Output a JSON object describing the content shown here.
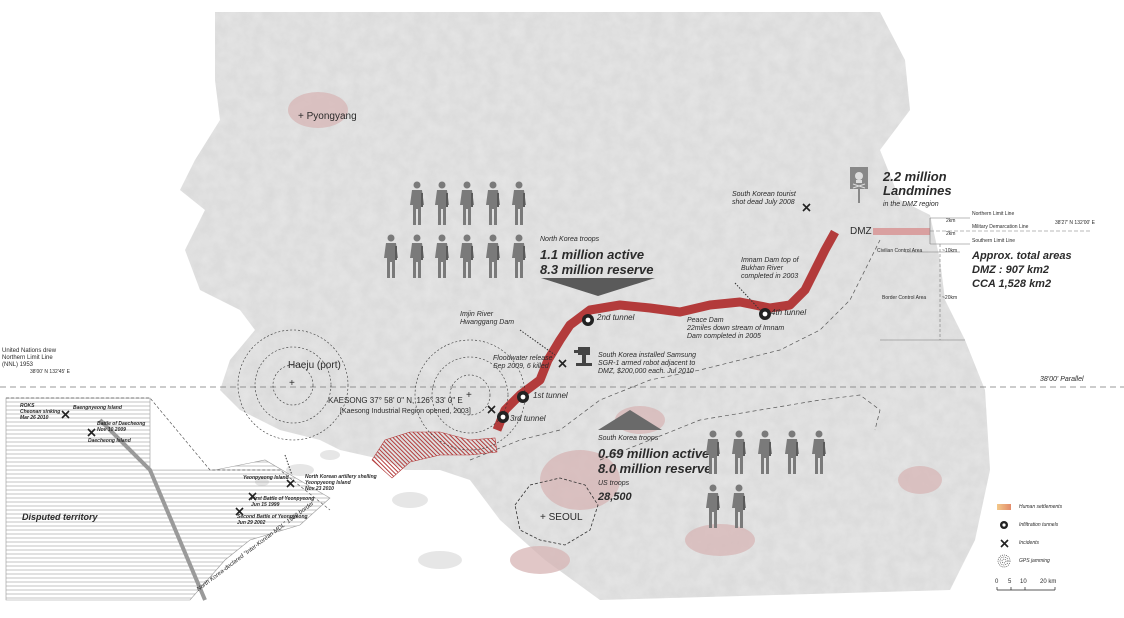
{
  "colors": {
    "land": "#e6e6e6",
    "land_relief": "#d6d6d6",
    "settlement": "#d7b5b5",
    "dmz": "#b33b3b",
    "dmz_dark": "#8e2a2a",
    "sea": "#ffffff",
    "text": "#2b2b2b",
    "troop": "#7a7a7a"
  },
  "places": {
    "pyongyang": "Pyongyang",
    "haeju": "Haeju (port)",
    "kaesong": "KAESONG   37° 58' 0\" N, 126° 33' 0\" E",
    "kaesong_note": "[Kaesong Industrial Region opened, 2003]",
    "seoul": "SEOUL",
    "dmz": "DMZ"
  },
  "parallel": {
    "label": "38'00' Parallel",
    "coord_left": "38'00' N  132'45' E",
    "coord_right": "38'27' N  132'00' E"
  },
  "nnl": {
    "line1": "United Nations drew",
    "line2": "Northern Limit Line",
    "line3": "(NNL) 1953",
    "disputed": "Disputed territory",
    "nk_border": "North Korea-declared \"Inter-Korean MDL\" 1999 border"
  },
  "north_troops": {
    "title": "North Korea troops",
    "active": "1.1 million active",
    "reserve": "8.3 million reserve"
  },
  "south_troops": {
    "title": "South Korea troops",
    "active": "0.69 million active",
    "reserve": "8.0 million reserve",
    "us_title": "US troops",
    "us_value": "28,500"
  },
  "landmines": {
    "value": "2.2 million",
    "label": "Landmines",
    "sub": "in the DMZ region"
  },
  "areas": {
    "title": "Approx. total areas",
    "dmz": "DMZ : 907 km2",
    "cca": "CCA 1,528 km2"
  },
  "zones": {
    "northern_limit": "Northern Limit Line",
    "mdl": "Military Demarcation Line",
    "southern_limit": "Southern Limit Line",
    "km2a": "2km",
    "km2b": "2km",
    "civilian": "Civilian Control Area",
    "km10": "~10km",
    "border": "Border Control Area",
    "km20": "~20km"
  },
  "tunnels": {
    "t1": "1st  tunnel",
    "t2": "2nd tunnel",
    "t3": "3rd  tunnel",
    "t4": "4th tunnel"
  },
  "annotations": {
    "tourist": [
      "South Korean tourist",
      "shot dead July 2008"
    ],
    "imnam": [
      "Imnam Dam top of",
      "Bukhan River",
      "completed in 2003"
    ],
    "peace": [
      "Peace Dam",
      "22miles down stream of Imnam",
      "Dam completed in 2005"
    ],
    "imjin": [
      "Imjin River",
      "Hwanggang Dam"
    ],
    "flood": [
      "Floodwater release",
      "Sep 2009, 6 killed"
    ],
    "robot": [
      "South Korea installed Samsung",
      "SGR-1 armed robot adjacent to",
      "DMZ, $200,000 each. Jul 2010"
    ]
  },
  "incidents": {
    "cheonan": [
      "ROKS",
      "Cheonan sinking",
      "Mar 26 2010"
    ],
    "baengnyeong": "Baengnyeong Island",
    "daecheong_battle": [
      "Battle of Daecheong",
      "Nov 10 2009"
    ],
    "daecheong_island": "Daecheong Island",
    "yeonpyeong_island": "Yeonpyeong Island",
    "shelling": [
      "North Korean artillery shelling",
      "Yeonpyeong Island",
      "Nov 23 2010"
    ],
    "first_battle": [
      "First Battle of Yeonpyeong",
      "Jun 15 1999"
    ],
    "second_battle": [
      "Second Battle of Yeonpyeong",
      "Jun 29 2002"
    ]
  },
  "legend": {
    "settlements": "Human settlements",
    "tunnels": "Infiltration tunnels",
    "incidents": "Incidents",
    "gps": "GPS jamming"
  },
  "scale": {
    "ticks": [
      "0",
      "5",
      "10",
      "20 km"
    ]
  },
  "icons": {
    "landmine": "skull-sign-icon",
    "troop": "soldier-icon",
    "tunnel": "tunnel-marker-icon",
    "incident": "cross-icon",
    "gps": "gps-jamming-icon",
    "robot": "robot-icon",
    "city": "plus-icon"
  }
}
